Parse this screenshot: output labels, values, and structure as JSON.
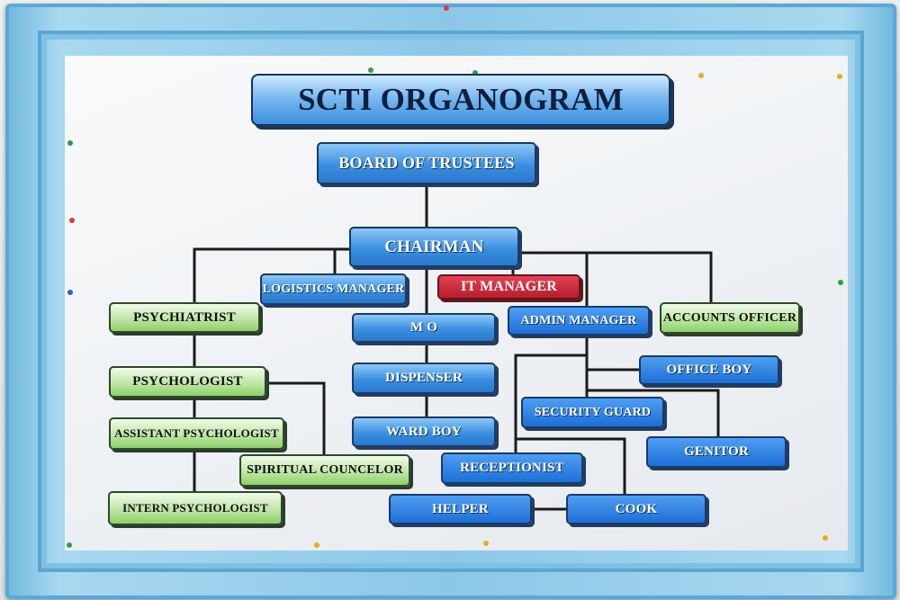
{
  "title": "SCTI ORGANOGRAM",
  "nodes": {
    "board": "BOARD OF TRUSTEES",
    "chairman": "CHAIRMAN",
    "logistics": "LOGISTICS MANAGER",
    "it": "IT MANAGER",
    "psychiatrist": "PSYCHIATRIST",
    "mo": "M O",
    "admin": "ADMIN MANAGER",
    "accounts": "ACCOUNTS OFFICER",
    "psychologist": "PSYCHOLOGIST",
    "dispenser": "DISPENSER",
    "office_boy": "OFFICE BOY",
    "asst_psychologist": "ASSISTANT PSYCHOLOGIST",
    "security": "SECURITY GUARD",
    "ward_boy": "WARD BOY",
    "genitor": "GENITOR",
    "spiritual": "SPIRITUAL COUNCELOR",
    "receptionist": "RECEPTIONIST",
    "intern": "INTERN PSYCHOLOGIST",
    "helper": "HELPER",
    "cook": "COOK"
  },
  "colors": {
    "frame": "#8cc7e8",
    "blue_box": "#3a8fe0",
    "green_box": "#bfe6a6",
    "red_box": "#b81d2d",
    "connector": "#1b1b1b"
  }
}
